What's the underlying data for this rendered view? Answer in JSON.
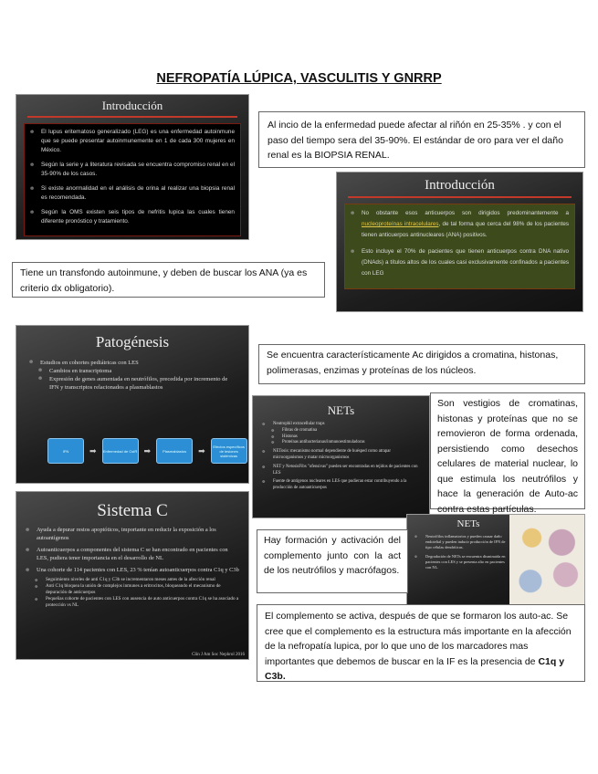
{
  "title": "NEFROPATÍA LÚPICA, VASCULITIS Y GNRRP",
  "slides": {
    "intro1": {
      "heading": "Introducción",
      "bullets": [
        "El lupus eritematoso generalizado (LEG) es una enfermedad autoinmune que se puede presentar autoinmunemente en 1 de cada 300 mujeres en México.",
        "Según la serie y a literatura revisada se encuentra compromiso renal en el 35-90% de los casos.",
        "Si existe anormalidad en el análisis de orina al realizar una biopsia renal es recomendada.",
        "Según la OMS existen seis tipos de nefritis lupica las cuales tienen diferente pronóstico y tratamiento."
      ]
    },
    "intro2": {
      "heading": "Introducción",
      "bullet1_pre": "No obstante esos anticuerpos son dirigidos predominantemente a ",
      "bullet1_highlight": "nucleoproteínas intracelulares",
      "bullet1_post": ", de tal forma que cerca del 98% de los pacientes tienen anticuerpos antinucleares (ANA) positivos.",
      "bullet2": "Esto incluye el 70% de pacientes que tienen anticuerpos contra DNA nativo (DNAds) a títulos altos de los cuales casi exclusivamente confinados a pacientes con LEG"
    },
    "patogenesis": {
      "heading": "Patogénesis",
      "bullets": [
        {
          "text": "Estudios en cohortes pediátricas con LES",
          "sub": false
        },
        {
          "text": "Cambios en transcriptoma",
          "sub": true
        },
        {
          "text": "Expresión de genes aumentada en neutrófilos, precedida por incremento de IFN y transcriptos relacionados a plasmablastos",
          "sub": true
        }
      ],
      "flow": [
        "IFN",
        "Enfermedad de CsIR",
        "Plasmablastos",
        "Efectos específicos de lesiones sistémicas"
      ]
    },
    "nets1": {
      "heading": "NETs",
      "bullets": [
        {
          "text": "Neutrophil extracellular traps",
          "sub": false
        },
        {
          "text": "Fibras de cromatina",
          "sub": true
        },
        {
          "text": "Histonas",
          "sub": true
        },
        {
          "text": "Proteínas antibacterianas/inmunoestimuladoras",
          "sub": true
        },
        {
          "text": "NETosis: mecanismo normal dependiente de huésped como atrapar microorganismos y matar microorganismos",
          "sub": false
        },
        {
          "text": "NET y NetosisFibs \"ofensivas\" pueden ser encontradas en tejidos de pacientes con LES",
          "sub": false
        },
        {
          "text": "Fuente de antígenos nucleares en LES que pudieran estar contribuyendo a la producción de autoanticuerpos",
          "sub": false
        }
      ]
    },
    "sistema_c": {
      "heading": "Sistema C",
      "bullets": [
        {
          "text": "Ayuda a depurar restos apoptóticos, importante en reducir la exposición a los autoantígenos",
          "sub": false
        },
        {
          "text": "Autoanticuerpos a componentes del sistema C se han encontrado en pacientes con LES, pudiera tener importancia en el desarrollo de NL",
          "sub": false
        },
        {
          "text": "Una cohorte de 114 pacientes con LES, 23 % tenían autoanticuerpos contra C1q y C3b",
          "sub": false
        },
        {
          "text": "Seguimiento niveles de anti C1q y C3b se incrementaron meses antes de la afección renal",
          "sub": true
        },
        {
          "text": "Anti C1q bloquea la unión de complejos inmunes a eritrocitos, bloqueando el mecanismo de depuración de anticuerpos",
          "sub": true
        },
        {
          "text": "Pequeñas cohorte de pacientes con LES con ausencia de auto anticuerpos contra C1q se ha asociado a protección vs NL",
          "sub": true
        }
      ],
      "citation": "Clin J Am Soc Nephrol 2016"
    },
    "nets2": {
      "heading": "NETs",
      "bullets": [
        "Neutrófilos inflamatorios y pueden causar daño endotelial y pueden inducir producción de IFN de tipo células dendríticas.",
        "Degradación de NETs se encuentra disminuida en pacientes con LES y se presenta alto en pacientes con NL."
      ]
    }
  },
  "notes": {
    "box1": "Al incio de la enfermedad puede afectar al riñón en 25-35% . y con el paso del tiempo sera del 35-90%. El estándar de oro para ver el daño renal es la BIOPSIA RENAL.",
    "box2": "Tiene un transfondo autoinmune, y deben de buscar los ANA (ya es criterio dx obligatorio).",
    "box3": "Se encuentra característicamente Ac dirigidos a cromatina, histonas, polimerasas, enzimas y proteínas de los núcleos.",
    "box4": "Son vestigios de cromatinas, histonas y proteínas que no se removieron de forma ordenada, persistiendo como desechos celulares de material nuclear, lo que estimula los neutrófilos y hace la generación de Auto-ac contra estas partículas.",
    "box5": "Hay formación y activación del complemento junto con la act de los neutrófilos y macrófagos.",
    "box6_text": "El complemento se activa, después de que se formaron los auto-ac. Se cree que el complemento es la estructura más importante en la afección de la nefropatía lupica, por lo que uno de los marcadores mas importantes que debemos de buscar en la IF es la presencia de ",
    "box6_bold": "C1q y C3b."
  },
  "colors": {
    "accent_red": "#c0392b",
    "highlight_yellow": "#e5c84a",
    "flow_blue": "#2c8fd6"
  }
}
